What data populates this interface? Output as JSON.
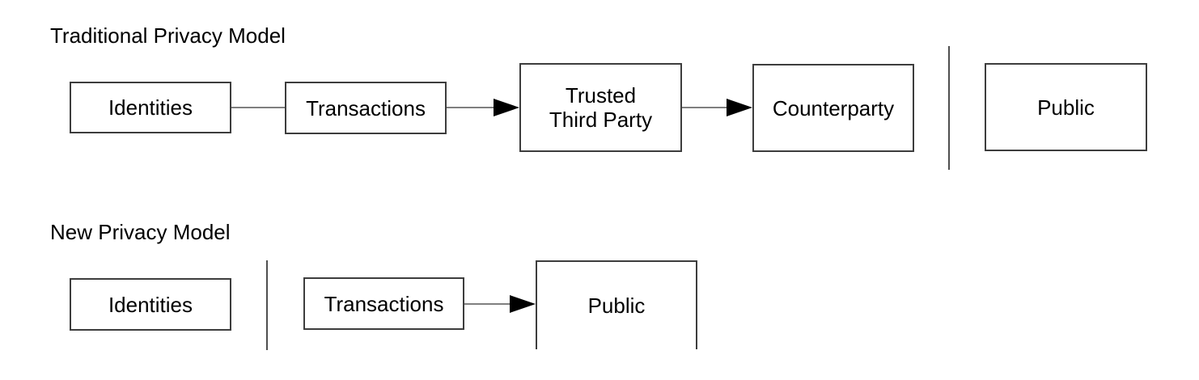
{
  "traditional": {
    "title": "Traditional Privacy Model",
    "nodes": {
      "identities": "Identities",
      "transactions": "Transactions",
      "trusted_third_party_line1": "Trusted",
      "trusted_third_party_line2": "Third Party",
      "counterparty": "Counterparty",
      "public": "Public"
    },
    "flow": "Identities - Transactions -> Trusted Third Party -> Counterparty | Public"
  },
  "new_model": {
    "title": "New Privacy Model",
    "nodes": {
      "identities": "Identities",
      "transactions": "Transactions",
      "public": "Public"
    },
    "flow": "Identities | Transactions -> Public"
  },
  "colors": {
    "background": "#ffffff",
    "text": "#000000",
    "box_border": "#3d3d3d",
    "connector": "#7f7f7f",
    "divider": "#4f4f4f",
    "arrowhead": "#000000"
  }
}
